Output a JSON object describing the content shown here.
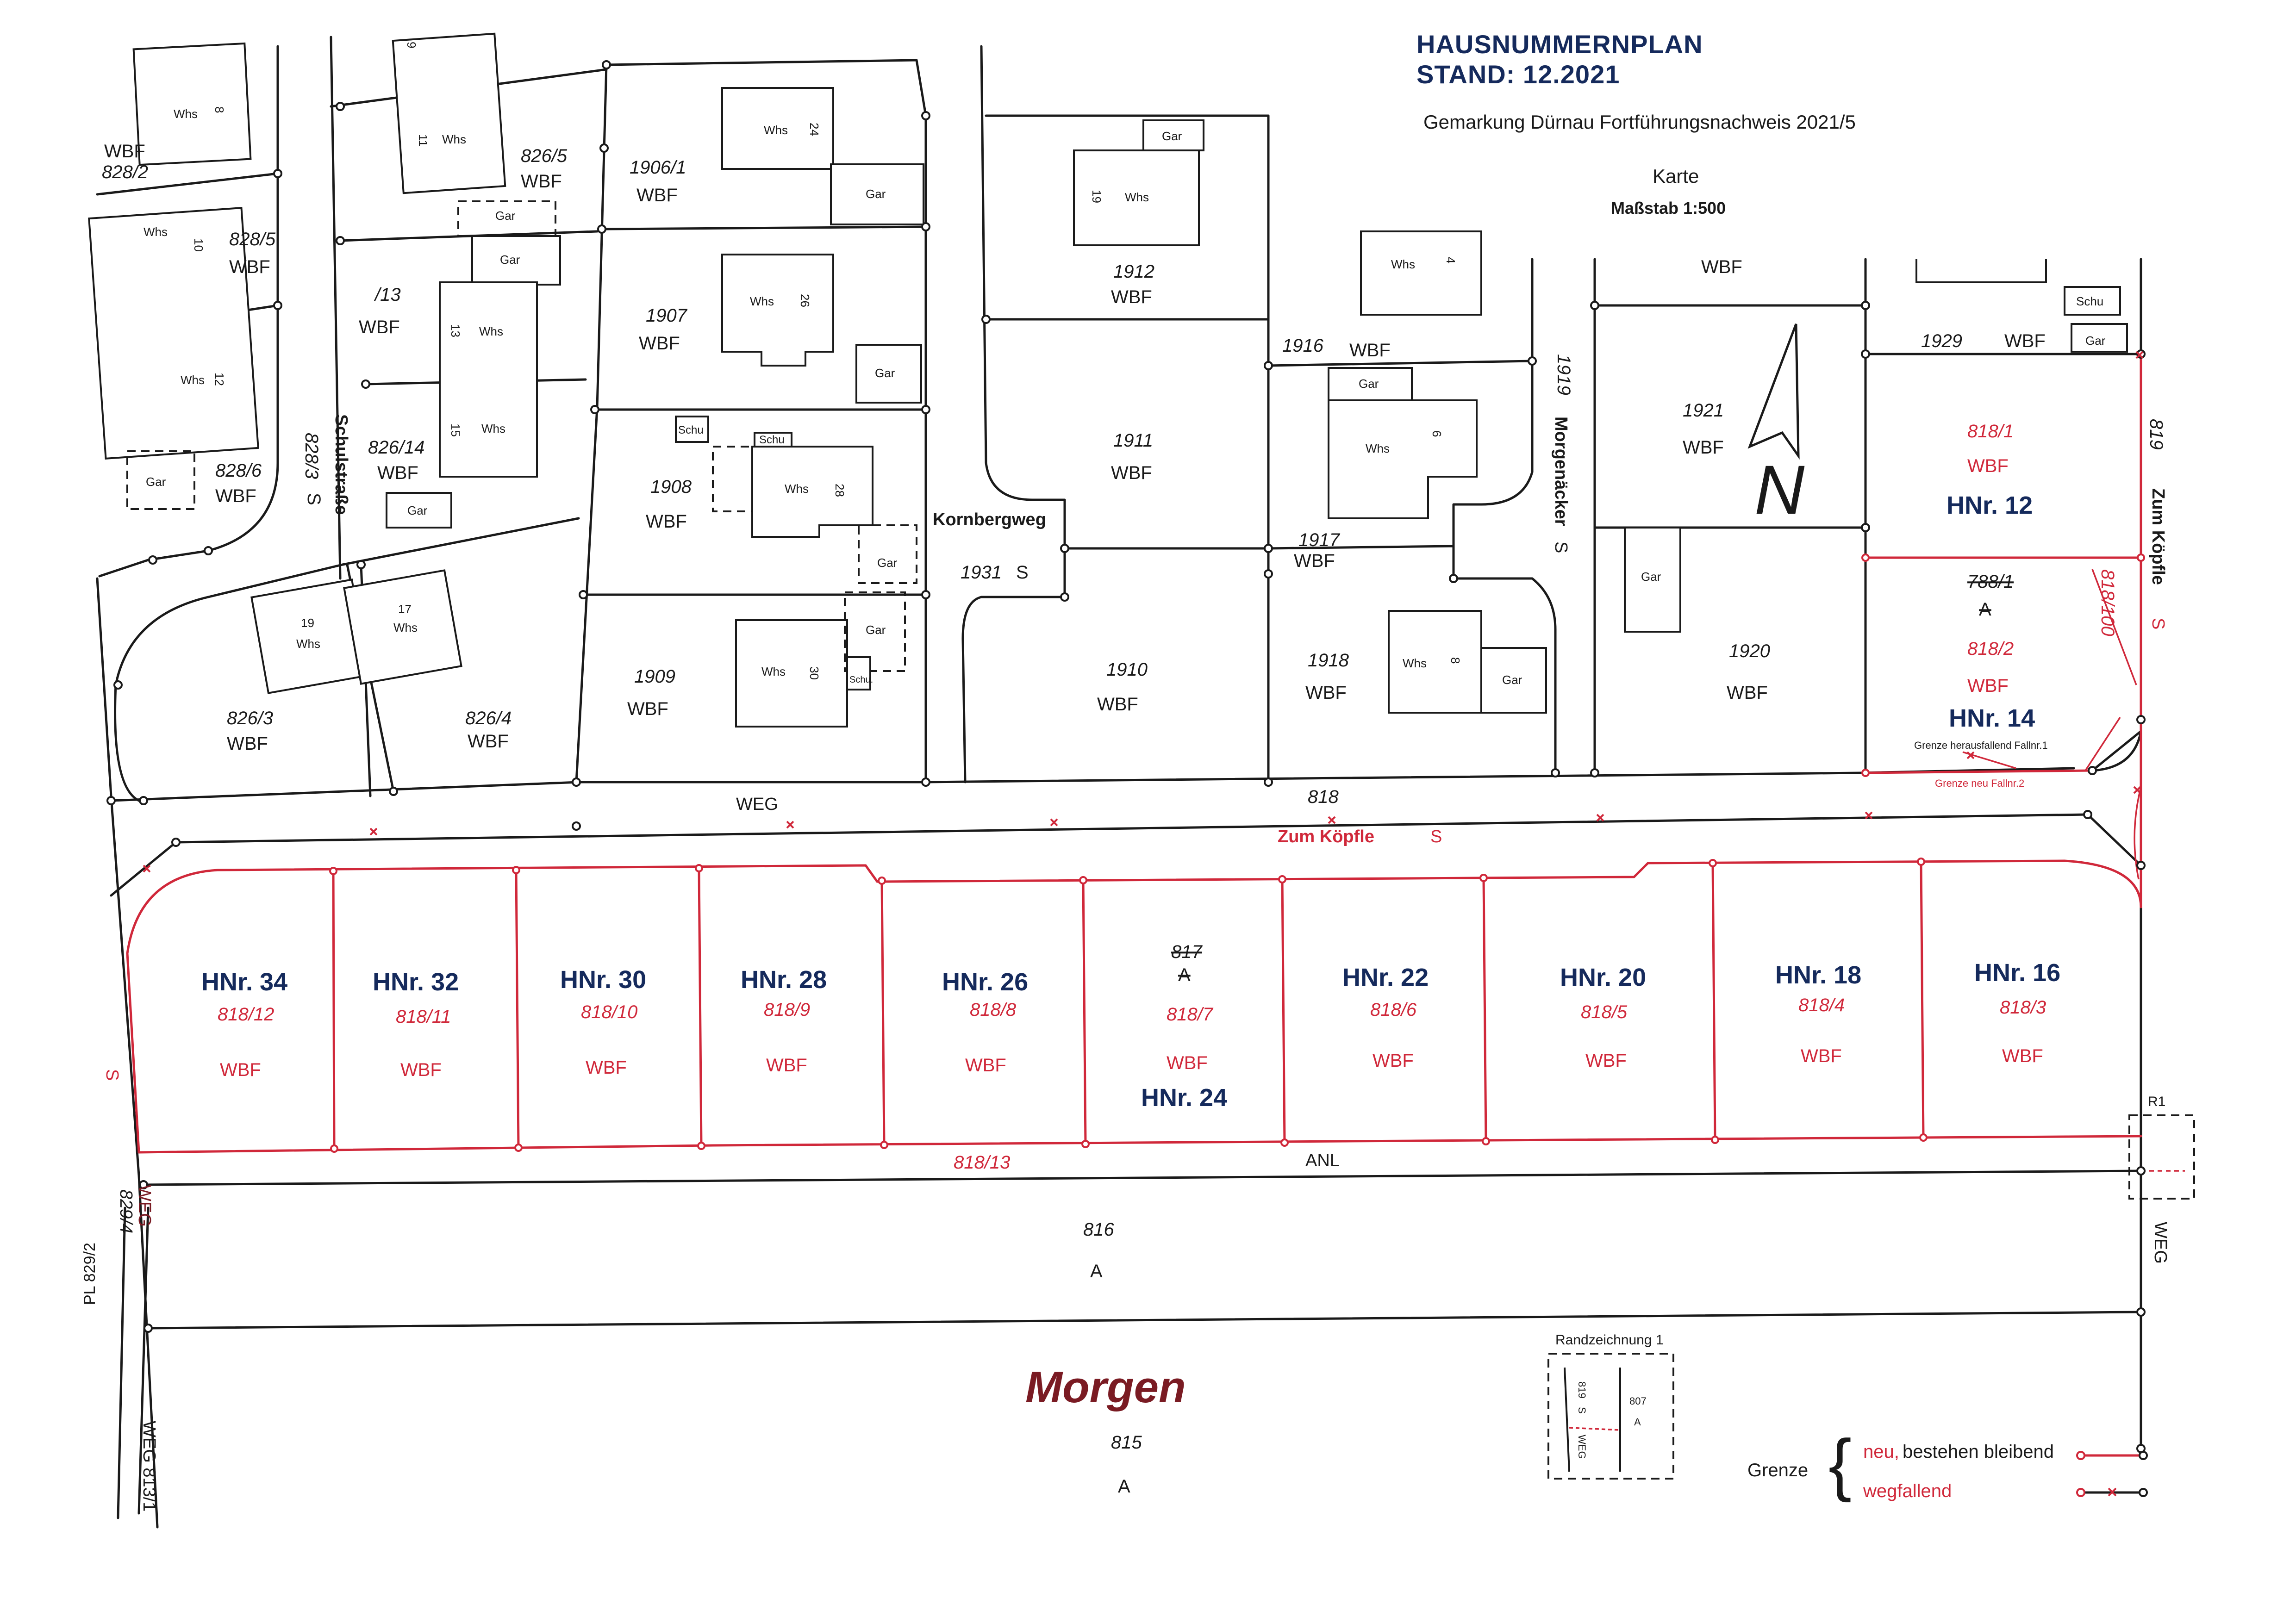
{
  "header": {
    "title": "HAUSNUMMERNPLAN",
    "stand": "STAND: 12.2021",
    "gemarkung": "Gemarkung Dürnau Fortführungsnachweis 2021/5",
    "karte": "Karte",
    "massstab": "Maßstab 1:500"
  },
  "north": {
    "label": "N"
  },
  "streets": {
    "schulstrasse": "Schulstraße",
    "kornbergweg": "Kornbergweg",
    "morgenaecker": "Morgenäcker",
    "zum_koepfle": "Zum Köpfle",
    "zum_koepfle_new": "Zum Köpfle",
    "morgen": "Morgen",
    "s": "S",
    "weg": "WEG",
    "weg_813": "WEG 813/1",
    "anl": "ANL",
    "pl_829": "PL 829/2"
  },
  "old_parcels": [
    {
      "no": "828/2",
      "use": "WBF"
    },
    {
      "no": "828/5",
      "use": "WBF"
    },
    {
      "no": "828/6",
      "use": "WBF"
    },
    {
      "no": "828/3",
      "use": "S"
    },
    {
      "no": "826/5",
      "use": "WBF"
    },
    {
      "no": "/13",
      "use": "WBF"
    },
    {
      "no": "826/14",
      "use": "WBF"
    },
    {
      "no": "826/3",
      "use": "WBF"
    },
    {
      "no": "826/4",
      "use": "WBF"
    },
    {
      "no": "1906/1",
      "use": "WBF"
    },
    {
      "no": "1907",
      "use": "WBF"
    },
    {
      "no": "1908",
      "use": "WBF"
    },
    {
      "no": "1909",
      "use": "WBF"
    },
    {
      "no": "1912",
      "use": "WBF"
    },
    {
      "no": "1911",
      "use": "WBF"
    },
    {
      "no": "1931",
      "use": "S"
    },
    {
      "no": "1910",
      "use": "WBF"
    },
    {
      "no": "1916",
      "use": "WBF"
    },
    {
      "no": "1919",
      "use": ""
    },
    {
      "no": "1917",
      "use": "WBF"
    },
    {
      "no": "1918",
      "use": "WBF"
    },
    {
      "no": "1921",
      "use": "WBF"
    },
    {
      "no": "1920",
      "use": "WBF"
    },
    {
      "no": "1929",
      "use": "WBF"
    },
    {
      "no": "819",
      "use": ""
    },
    {
      "no": "818",
      "use": ""
    },
    {
      "no": "816",
      "use": "A"
    },
    {
      "no": "815",
      "use": "A"
    },
    {
      "no": "829/4",
      "use": ""
    }
  ],
  "wbf_top": "WBF",
  "buildings": {
    "whs": "Whs",
    "gar": "Gar",
    "schu": "Schu",
    "schu_short": "Schu.",
    "house_numbers": [
      "9",
      "8",
      "11",
      "10",
      "12",
      "13",
      "15",
      "19",
      "17",
      "24",
      "26",
      "28",
      "30",
      "19",
      "4",
      "6",
      "8"
    ]
  },
  "new_parcels_top": [
    {
      "hnr": "HNr. 12",
      "no": "818/1",
      "use": "WBF"
    },
    {
      "hnr": "HNr. 14",
      "no": "818/2",
      "use": "WBF",
      "old": "788/1",
      "old_use": "A"
    },
    {
      "strip": "818/100"
    }
  ],
  "grenze_notes": {
    "fall1": "Grenze herausfallend Fallnr.1",
    "fall2": "Grenze neu Fallnr.2"
  },
  "weg_old": "WEG",
  "new_parcels_row": [
    {
      "hnr": "HNr. 34",
      "no": "818/12",
      "use": "WBF"
    },
    {
      "hnr": "HNr. 32",
      "no": "818/11",
      "use": "WBF"
    },
    {
      "hnr": "HNr. 30",
      "no": "818/10",
      "use": "WBF"
    },
    {
      "hnr": "HNr. 28",
      "no": "818/9",
      "use": "WBF"
    },
    {
      "hnr": "HNr. 26",
      "no": "818/8",
      "use": "WBF"
    },
    {
      "hnr": "HNr. 24",
      "no": "818/7",
      "use": "WBF",
      "old": "817",
      "old_use": "A"
    },
    {
      "hnr": "HNr. 22",
      "no": "818/6",
      "use": "WBF"
    },
    {
      "hnr": "HNr. 20",
      "no": "818/5",
      "use": "WBF"
    },
    {
      "hnr": "HNr. 18",
      "no": "818/4",
      "use": "WBF"
    },
    {
      "hnr": "HNr. 16",
      "no": "818/3",
      "use": "WBF"
    }
  ],
  "strip_818_13": "818/13",
  "r1": "R1",
  "randzeichnung": {
    "title": "Randzeichnung 1",
    "a": "819",
    "b": "S",
    "c": "807",
    "d": "A",
    "e": "WEG"
  },
  "legend": {
    "grenze": "Grenze",
    "brace": "{",
    "neu": "neu,",
    "bestehen": "bestehen bleibend",
    "wegfallend": "wegfallend"
  },
  "colors": {
    "red": "#d0283a",
    "navy": "#152a5c",
    "line": "#1a1a1a"
  }
}
